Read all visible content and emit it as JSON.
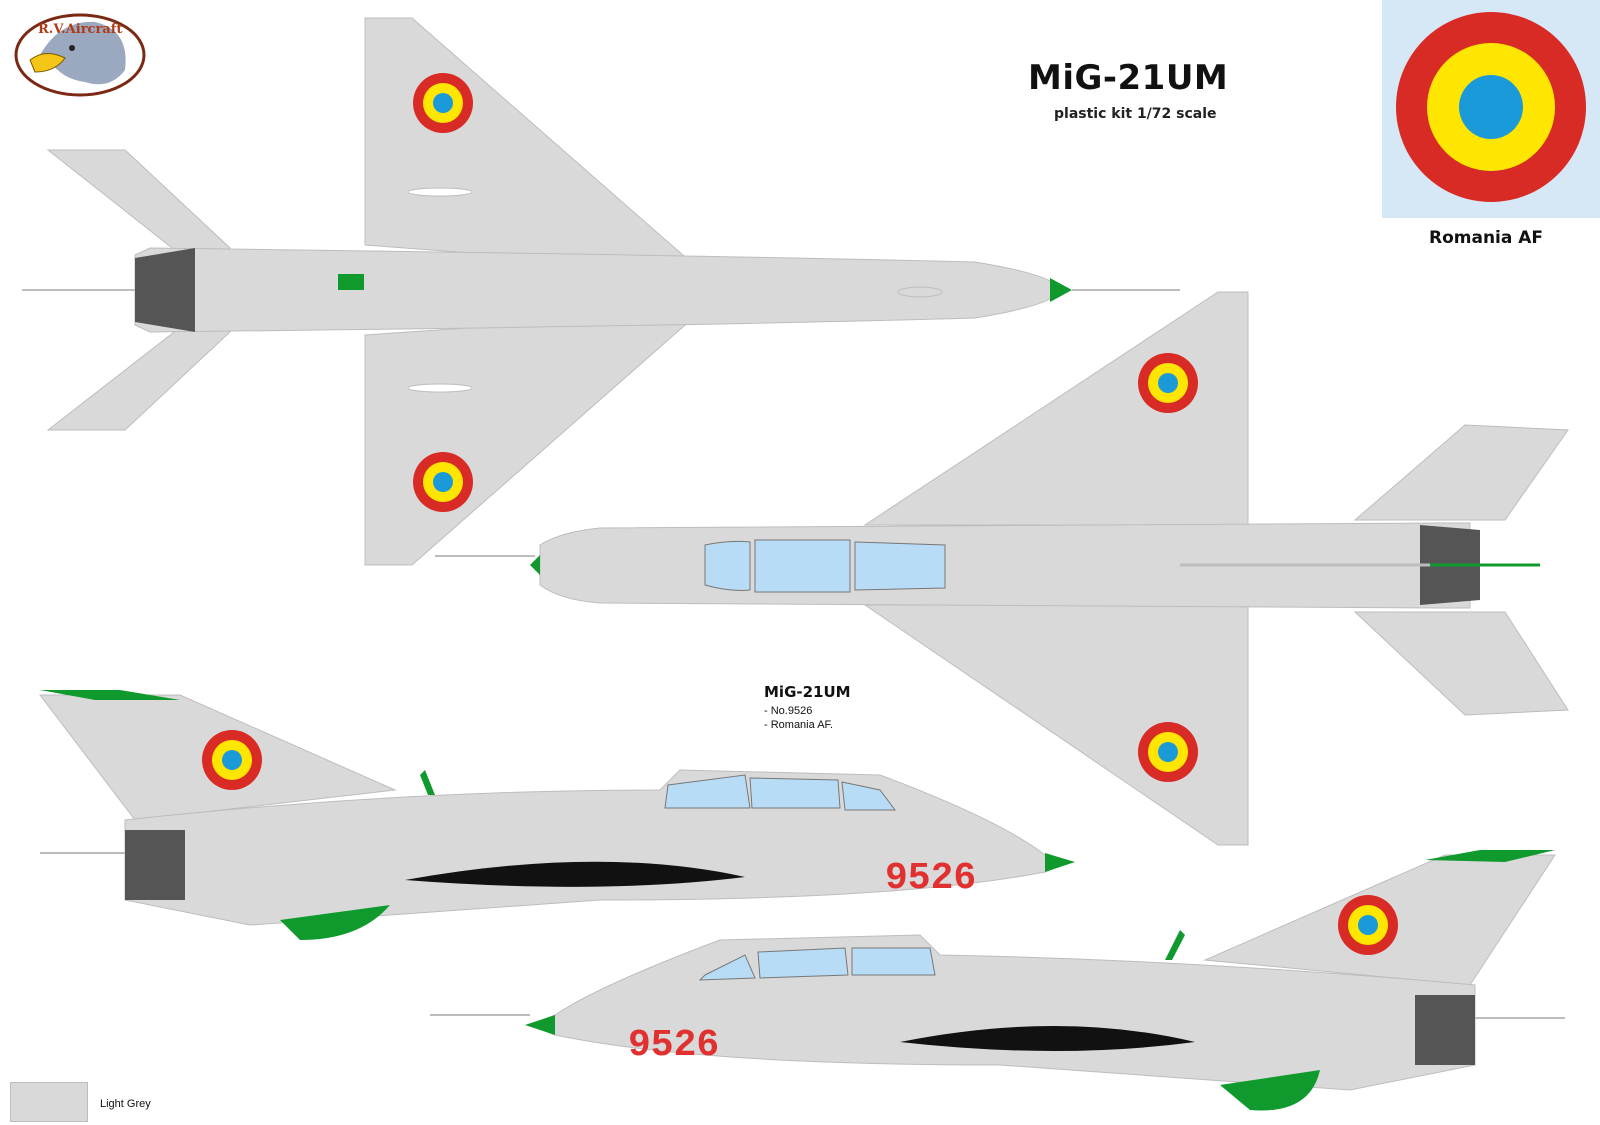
{
  "header": {
    "title": "MiG-21UM",
    "subtitle": "plastic kit 1/72 scale"
  },
  "logo": {
    "text": "R.V.Aircraft"
  },
  "roundel_panel": {
    "caption": "Romania  AF"
  },
  "info": {
    "title": "MiG-21UM",
    "lines": [
      "- No.9526",
      "- Romania  AF."
    ]
  },
  "markings": {
    "serial": "9526"
  },
  "legend": {
    "label": "Light Grey"
  },
  "colors": {
    "light_grey": "#d9d9d9",
    "roundel_red": "#d92b25",
    "roundel_yellow": "#ffe600",
    "roundel_blue": "#1a9ad9",
    "green": "#109a2e",
    "panel_bg": "#d6e7f5",
    "canopy": "#b8dcf5",
    "nozzle": "#555555",
    "serial_red": "#e03030"
  }
}
